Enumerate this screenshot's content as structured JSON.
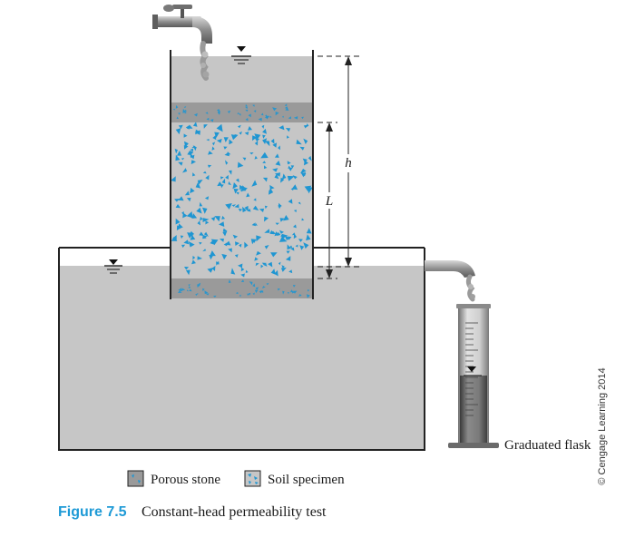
{
  "figure": {
    "number": "Figure 7.5",
    "title": "Constant-head permeability test"
  },
  "labels": {
    "h": "h",
    "L": "L",
    "graduated_flask": "Graduated flask"
  },
  "legend": {
    "porous_stone": "Porous stone",
    "soil_specimen": "Soil specimen"
  },
  "copyright": "© Cengage Learning 2014",
  "colors": {
    "water": "#c6c6c6",
    "porous_stone": "#9a9a9a",
    "soil_grains": "#1f96d2",
    "caption_blue": "#1e9ad6",
    "outline": "#222222"
  }
}
